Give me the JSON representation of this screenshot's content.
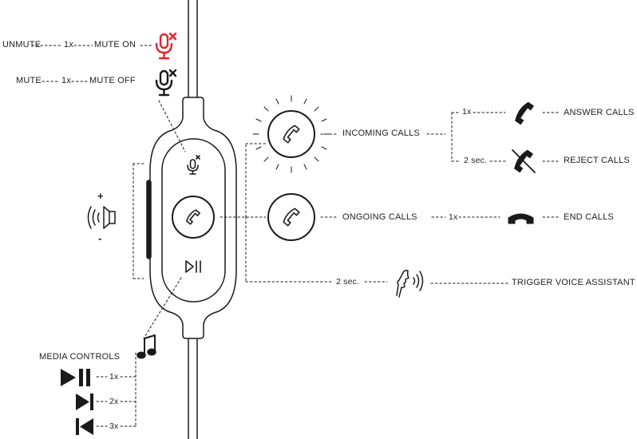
{
  "mute": {
    "unmute_label": "UNMUTE",
    "mute_on_label": "MUTE ON",
    "mute_label": "MUTE",
    "mute_off_label": "MUTE OFF",
    "press_1x": "1x"
  },
  "calls": {
    "incoming_label": "INCOMING CALLS",
    "ongoing_label": "ONGOING CALLS",
    "answer_label": "ANSWER CALLS",
    "reject_label": "REJECT CALLS",
    "end_label": "END CALLS",
    "answer_press": "1x",
    "reject_press": "2 sec.",
    "end_press": "1x"
  },
  "voice": {
    "press": "2 sec.",
    "label": "TRIGGER VOICE ASSISTANT"
  },
  "volume": {
    "plus": "+",
    "minus": "-"
  },
  "media": {
    "label": "MEDIA CONTROLS",
    "play_pause_press": "1x",
    "next_press": "2x",
    "prev_press": "3x"
  },
  "colors": {
    "mute_on_accent": "#e3242b",
    "line": "#1a1a1a"
  }
}
